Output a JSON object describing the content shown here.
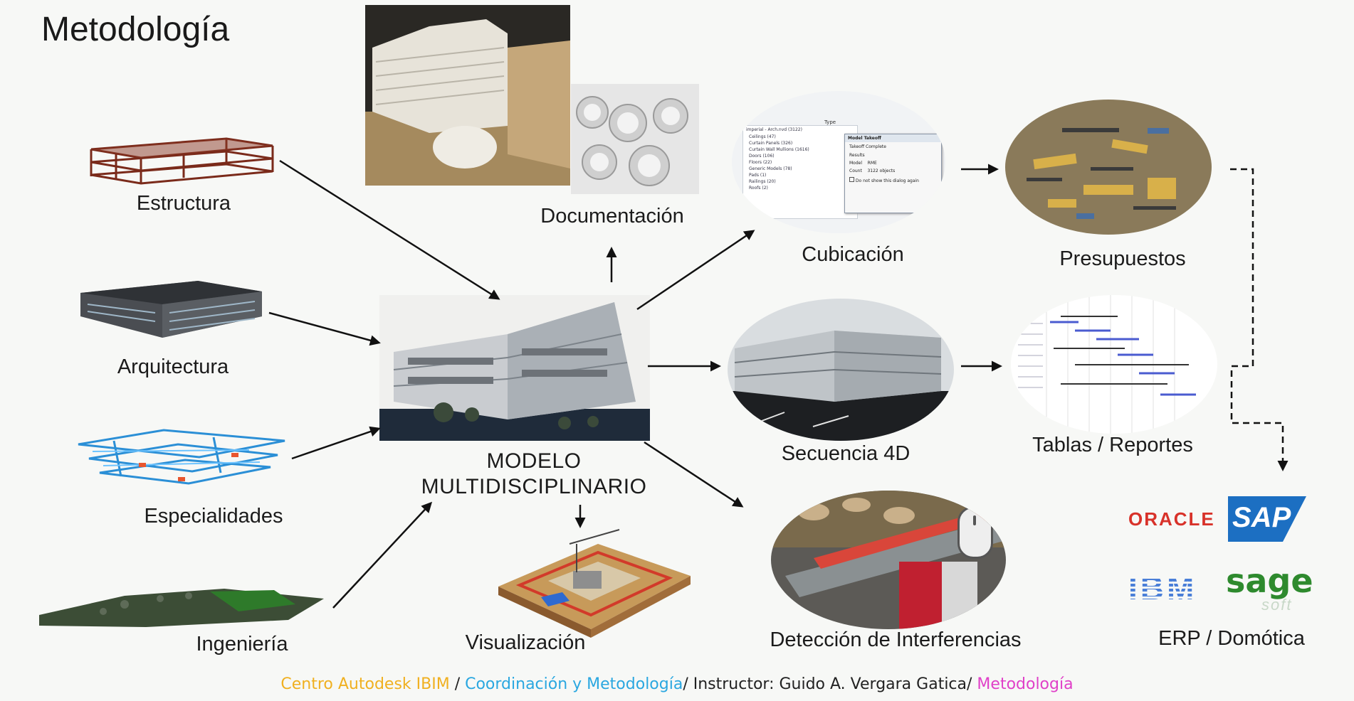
{
  "title": "Metodología",
  "inputs": {
    "estructura": "Estructura",
    "arquitectura": "Arquitectura",
    "especialidades": "Especialidades",
    "ingenieria": "Ingeniería"
  },
  "center": {
    "line1": "MODELO",
    "line2": "MULTIDISCIPLINARIO"
  },
  "outputs": {
    "documentacion": "Documentación",
    "visualizacion": "Visualización",
    "cubicacion": "Cubicación",
    "secuencia": "Secuencia 4D",
    "deteccion": "Detección de Interferencias",
    "presupuestos": "Presupuestos",
    "tablas": "Tablas / Reportes",
    "erp": "ERP / Domótica"
  },
  "logos": {
    "oracle": "ORACLE",
    "sap": "SAP",
    "ibm": "IBM",
    "sage": "sage",
    "sage_sub": "soft"
  },
  "dialog": {
    "title": "Model Takeoff",
    "line1": "Takeoff Complete",
    "line2": "Results",
    "model_label": "Model",
    "model_value": "RME",
    "count_label": "Count",
    "count_value": "3122 objects",
    "checkbox": "Do not show this dialog again",
    "tree": [
      "imperial - Arch.nvd (3122)",
      "Ceilings (47)",
      "Curtain Panels (326)",
      "Curtain Wall Mullions (1616)",
      "Doors (106)",
      "Floors (22)",
      "Generic Models (78)",
      "Pads (1)",
      "Railings (20)",
      "Roofs (2)"
    ],
    "col_header": "Type"
  },
  "footer": {
    "part1": "Centro Autodesk IBIM",
    "sep1": " / ",
    "part2": "Coordinación y Metodología",
    "sep2": "/ ",
    "part3": "Instructor: Guido A. Vergara Gatica",
    "sep3": "/ ",
    "part4": "Metodología"
  }
}
